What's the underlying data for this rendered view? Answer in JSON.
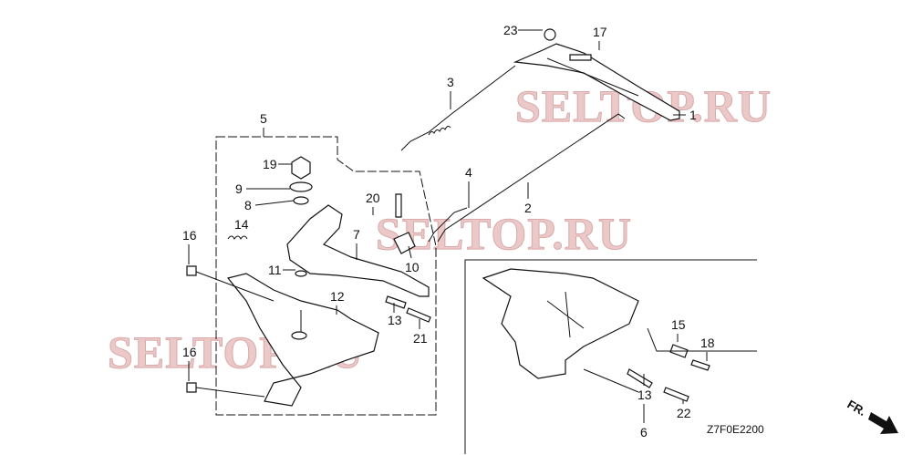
{
  "diagram": {
    "code": "Z7F0E2200",
    "direction_marker": "FR.",
    "watermarks": [
      "SELTOP.RU",
      "SELTOP.RU",
      "SELTOP.RU"
    ],
    "labels": [
      "23",
      "17",
      "3",
      "1",
      "5",
      "19",
      "9",
      "8",
      "20",
      "4",
      "2",
      "14",
      "7",
      "16",
      "11",
      "10",
      "12",
      "13",
      "21",
      "15",
      "18",
      "16",
      "13",
      "22",
      "6"
    ]
  }
}
